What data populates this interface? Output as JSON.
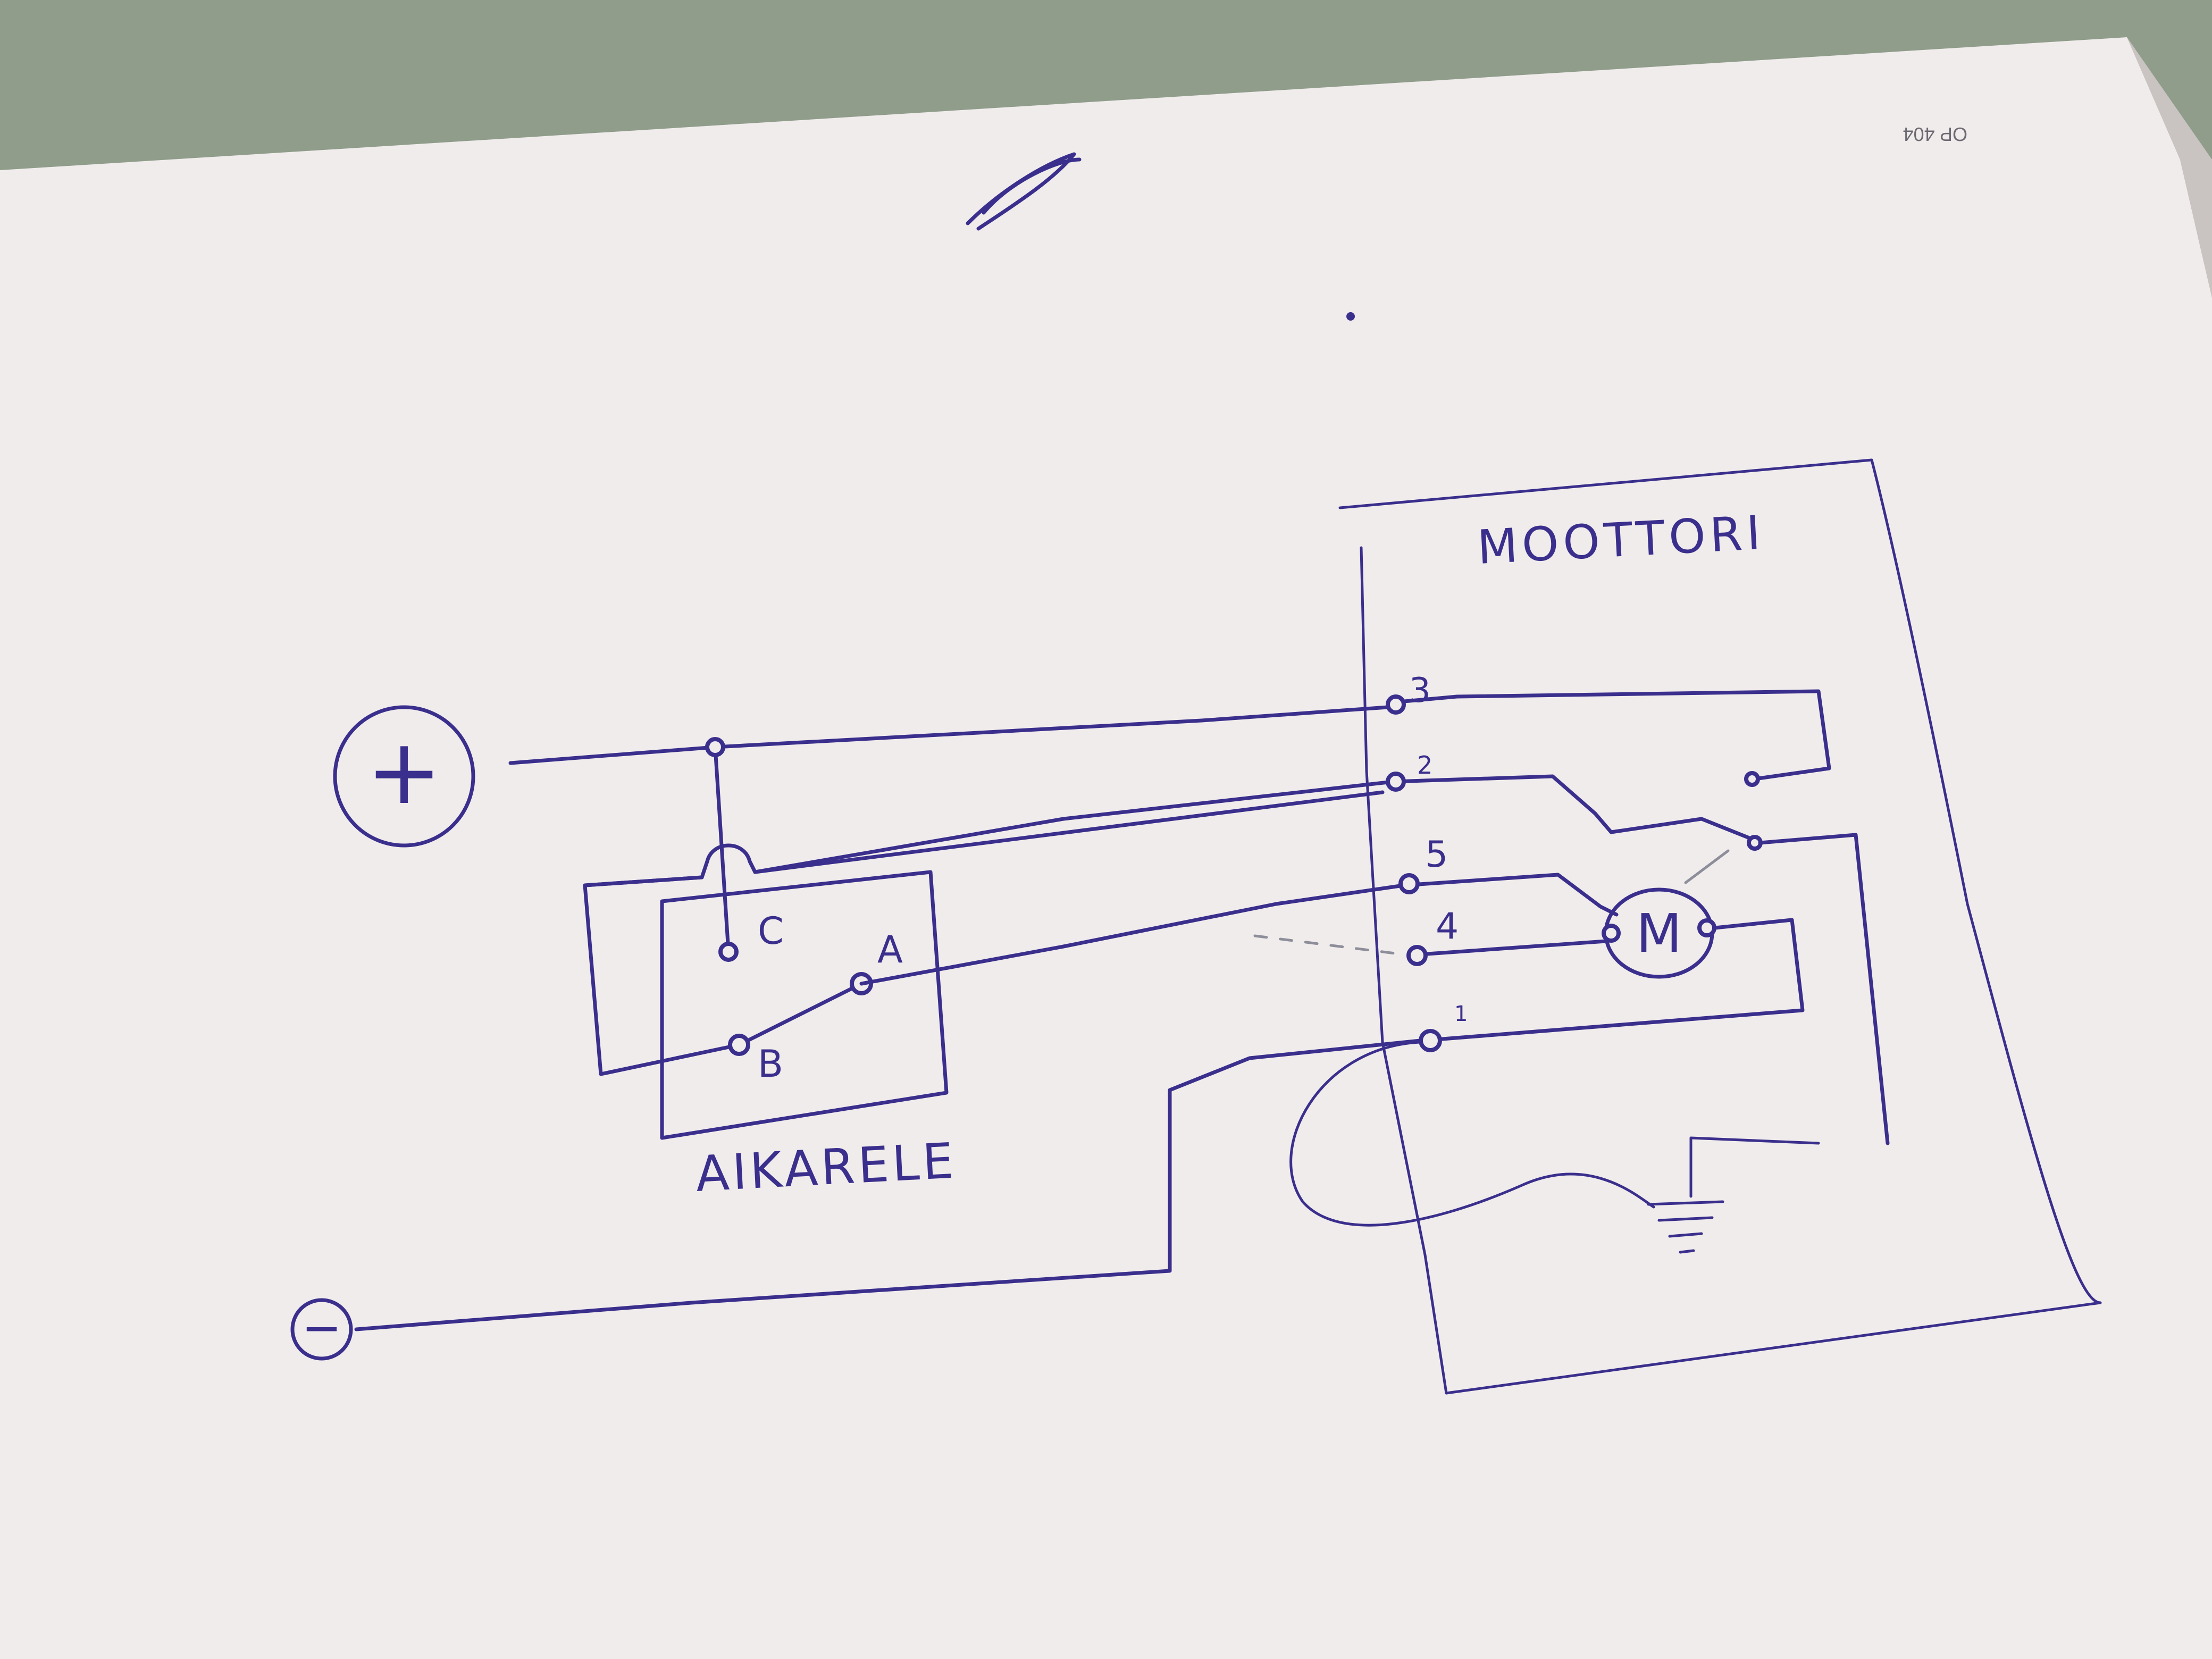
{
  "colors": {
    "background": "#8f9d8a",
    "paper": "#f1ecec",
    "ink": "#3a2f8c",
    "pencil": "#8d8e9a"
  },
  "corner_stamp": "OP 404",
  "supply": {
    "positive_symbol": "+",
    "negative_symbol": "−"
  },
  "timer_relay": {
    "label": "AIKARELE",
    "terminals": [
      "C",
      "A",
      "B"
    ]
  },
  "motor": {
    "label": "MOOTTORI",
    "terminals": [
      "3",
      "2",
      "5",
      "4",
      "1"
    ],
    "symbol": "M"
  }
}
